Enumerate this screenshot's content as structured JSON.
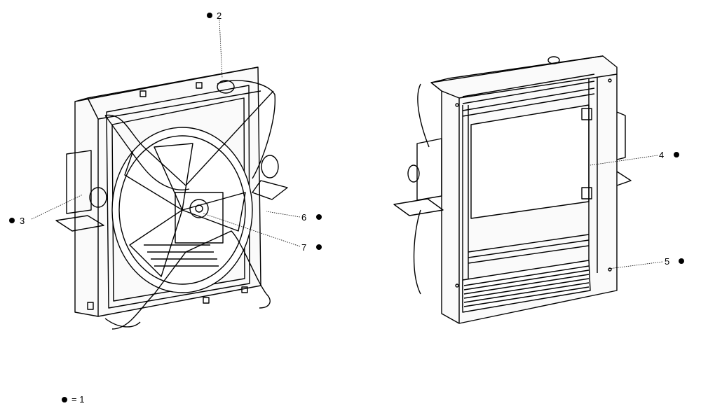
{
  "callouts": {
    "c2": "2",
    "c3": "3",
    "c4": "4",
    "c5": "5",
    "c6": "6",
    "c7": "7"
  },
  "legend": {
    "text": "= 1"
  }
}
